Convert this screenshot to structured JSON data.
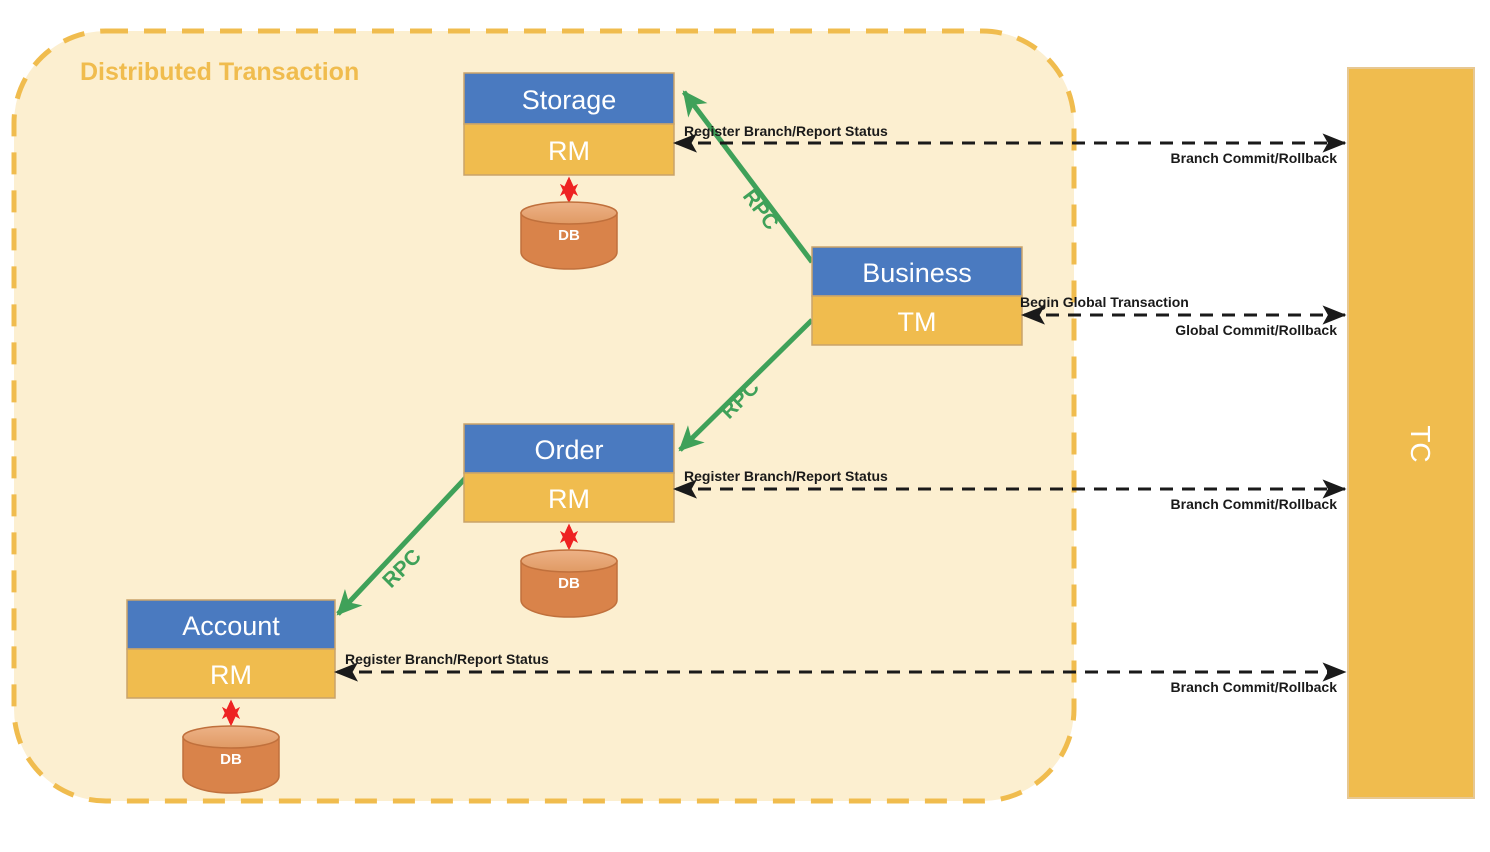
{
  "diagram": {
    "title": "Distributed Transaction",
    "colors": {
      "boundary_border": "#F0BC4E",
      "boundary_fill": "#FCEFD0",
      "node_header": "#4A7AC0",
      "node_body": "#F0BC4E",
      "db_body": "#D9834A",
      "db_top": "#E9A877",
      "rpc_arrow": "#3FA159",
      "db_arrow": "#EE2222",
      "tc_fill": "#F0BC4E",
      "edge_line": "#1a1a1a",
      "node_text": "#FFFFFF"
    },
    "coordinator": {
      "label": "TC",
      "name": "transaction-coordinator"
    },
    "nodes": [
      {
        "name": "storage-service",
        "title": "Storage",
        "role": "RM",
        "db_label": "DB"
      },
      {
        "name": "business-service",
        "title": "Business",
        "role": "TM",
        "db_label": null
      },
      {
        "name": "order-service",
        "title": "Order",
        "role": "RM",
        "db_label": "DB"
      },
      {
        "name": "account-service",
        "title": "Account",
        "role": "RM",
        "db_label": "DB"
      }
    ],
    "rpc_edges": [
      {
        "name": "rpc-business-to-storage",
        "label": "RPC",
        "from": "Business",
        "to": "Storage"
      },
      {
        "name": "rpc-business-to-order",
        "label": "RPC",
        "from": "Business",
        "to": "Order"
      },
      {
        "name": "rpc-order-to-account",
        "label": "RPC",
        "from": "Order",
        "to": "Account"
      }
    ],
    "tc_edges": [
      {
        "name": "edge-storage-tc",
        "upper_label": "Register Branch/Report Status",
        "lower_label": "Branch Commit/Rollback",
        "endpoint": "Storage RM"
      },
      {
        "name": "edge-business-tc",
        "upper_label": "Begin Global Transaction",
        "lower_label": "Global Commit/Rollback",
        "endpoint": "Business TM"
      },
      {
        "name": "edge-order-tc",
        "upper_label": "Register Branch/Report Status",
        "lower_label": "Branch Commit/Rollback",
        "endpoint": "Order RM"
      },
      {
        "name": "edge-account-tc",
        "upper_label": "Register Branch/Report Status",
        "lower_label": "Branch Commit/Rollback",
        "endpoint": "Account RM"
      }
    ]
  }
}
